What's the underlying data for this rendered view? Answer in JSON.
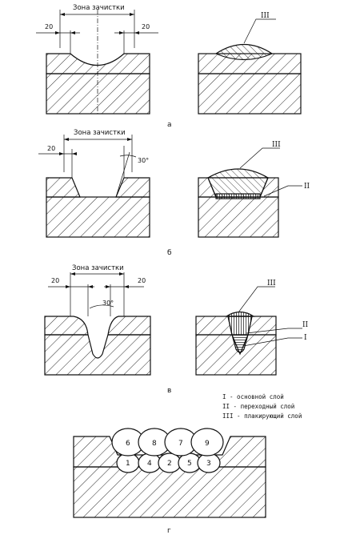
{
  "zone_label": "Зона зачистки",
  "dims": {
    "a_left": "20",
    "a_right": "20",
    "b_left": "20",
    "v_left": "20",
    "v_right": "20"
  },
  "angles": {
    "b": "30°",
    "v": "30°"
  },
  "captions": {
    "a": "а",
    "b": "б",
    "v": "в",
    "g": "г"
  },
  "layers": {
    "I": "I",
    "II": "II",
    "III": "III"
  },
  "legend": [
    "I  - основной слой",
    "II  - переходный слой",
    "III - плакирующий слой"
  ],
  "beads": [
    "1",
    "4",
    "2",
    "5",
    "3",
    "6",
    "8",
    "7",
    "9"
  ]
}
